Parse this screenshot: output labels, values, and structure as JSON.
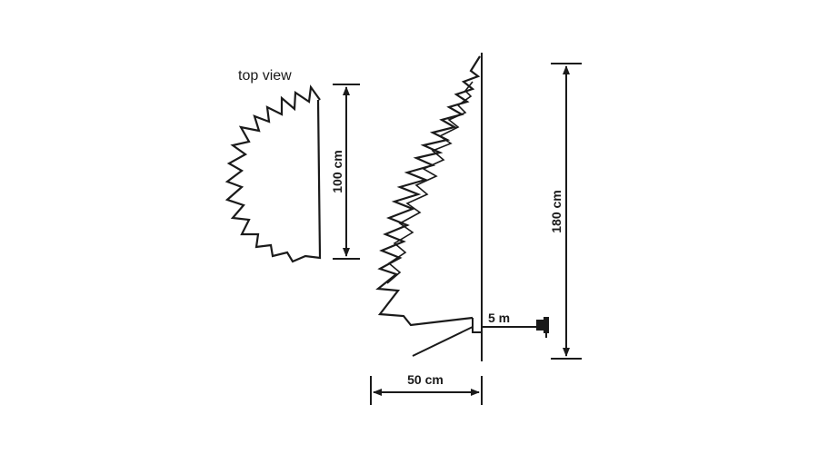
{
  "diagram": {
    "top_view_label": "top view",
    "depth_label": "100 cm",
    "height_label": "180 cm",
    "cable_label": "5 m",
    "width_label": "50 cm",
    "ink_color": "#1a1a1a",
    "background_color": "#ffffff"
  }
}
